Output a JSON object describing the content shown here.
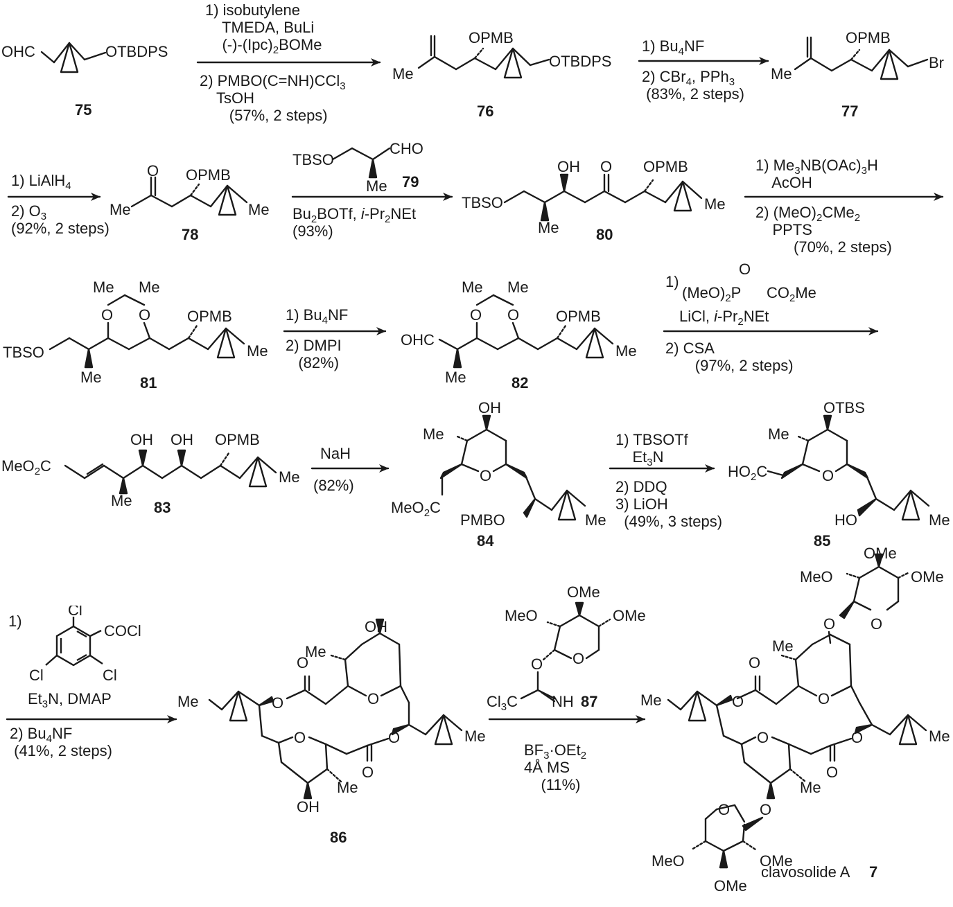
{
  "compounds": {
    "c75": {
      "id": "75",
      "groups": [
        "OHC",
        "OTBDPS"
      ]
    },
    "c76": {
      "id": "76",
      "groups": [
        "OPMB",
        "Me",
        "OTBDPS"
      ]
    },
    "c77": {
      "id": "77",
      "groups": [
        "OPMB",
        "Me",
        "Br"
      ]
    },
    "c78": {
      "id": "78",
      "groups": [
        "O",
        "OPMB",
        "Me",
        "Me"
      ]
    },
    "c79": {
      "id": "79",
      "groups": [
        "TBSO",
        "CHO",
        "Me"
      ]
    },
    "c80": {
      "id": "80",
      "groups": [
        "OH",
        "O",
        "OPMB",
        "TBSO",
        "Me",
        "Me"
      ]
    },
    "c81": {
      "id": "81",
      "groups": [
        "Me",
        "Me",
        "O",
        "O",
        "OPMB",
        "TBSO",
        "Me",
        "Me"
      ]
    },
    "c82": {
      "id": "82",
      "groups": [
        "Me",
        "Me",
        "O",
        "O",
        "OPMB",
        "OHC",
        "Me",
        "Me"
      ]
    },
    "c83": {
      "id": "83",
      "groups": [
        "OH",
        "OH",
        "OPMB",
        "MeO2C",
        "Me",
        "Me"
      ]
    },
    "c84": {
      "id": "84",
      "groups": [
        "OH",
        "Me",
        "O",
        "MeO2C",
        "PMBO",
        "Me"
      ]
    },
    "c85": {
      "id": "85",
      "groups": [
        "OTBS",
        "Me",
        "HO2C",
        "O",
        "HO",
        "Me"
      ]
    },
    "c86": {
      "id": "86",
      "groups": [
        "OH",
        "Me",
        "Me",
        "O",
        "O",
        "O",
        "O",
        "O",
        "O",
        "Me",
        "Me",
        "OH"
      ]
    },
    "c87": {
      "id": "87",
      "groups": [
        "OMe",
        "MeO",
        "OMe",
        "O",
        "O",
        "Cl3C",
        "NH"
      ]
    },
    "c7": {
      "id": "7",
      "name": "clavosolide A",
      "groups": [
        "OMe",
        "MeO",
        "OMe",
        "O",
        "O",
        "Me",
        "Me",
        "O",
        "O",
        "O",
        "O",
        "O",
        "Me",
        "Me",
        "O",
        "O",
        "MeO",
        "OMe",
        "OMe"
      ]
    }
  },
  "steps": [
    {
      "conditions_above": [
        "1) isobutylene",
        "TMEDA, BuLi",
        "(-)-(Ipc)2BOMe"
      ],
      "conditions_below": [
        "2) PMBO(C=NH)CCl3",
        "TsOH",
        "(57%, 2 steps)"
      ]
    },
    {
      "conditions_above": [
        "1) Bu4NF"
      ],
      "conditions_below": [
        "2) CBr4, PPh3",
        "(83%, 2 steps)"
      ]
    },
    {
      "conditions_above": [
        "1) LiAlH4"
      ],
      "conditions_below": [
        "2) O3",
        "(92%, 2 steps)"
      ]
    },
    {
      "conditions_above": [],
      "conditions_below": [
        "Bu2BOTf, i-Pr2NEt",
        "(93%)"
      ]
    },
    {
      "conditions_above": [
        "1) Me3NB(OAc)3H",
        "AcOH"
      ],
      "conditions_below": [
        "2) (MeO)2CMe2",
        "PPTS",
        "(70%, 2 steps)"
      ]
    },
    {
      "conditions_above": [
        "1) Bu4NF"
      ],
      "conditions_below": [
        "2) DMPI",
        "(82%)"
      ]
    },
    {
      "conditions_above": [
        "1)",
        "(MeO)2P(=O)CH2CO2Me",
        "LiCl, i-Pr2NEt"
      ],
      "conditions_below": [
        "2) CSA",
        "(97%, 2 steps)"
      ]
    },
    {
      "conditions_above": [
        "NaH"
      ],
      "conditions_below": [
        "(82%)"
      ]
    },
    {
      "conditions_above": [
        "1) TBSOTf",
        "Et3N"
      ],
      "conditions_below": [
        "2) DDQ",
        "3) LiOH",
        "(49%, 3 steps)"
      ]
    },
    {
      "conditions_above": [
        "1)",
        "2,4,6-Cl3C6H2COCl",
        "Et3N, DMAP"
      ],
      "conditions_below": [
        "2) Bu4NF",
        "(41%, 2 steps)"
      ]
    },
    {
      "conditions_above": [
        "87"
      ],
      "conditions_below": [
        "BF3·OEt2",
        "4Å MS",
        "(11%)"
      ]
    }
  ]
}
